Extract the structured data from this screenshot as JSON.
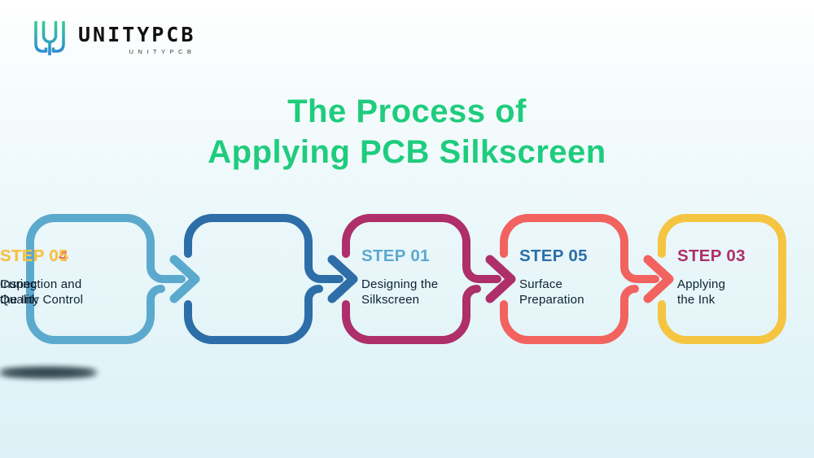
{
  "brand": {
    "wordmark": "UNITYPCB",
    "tagline": "UNITYPCB",
    "logo_gradient_top": "#3BD58E",
    "logo_gradient_bottom": "#2B7BE2",
    "wordmark_color": "#111111"
  },
  "title": {
    "line1": "The Process of",
    "line2": "Applying PCB Silkscreen",
    "color": "#1FCC7D"
  },
  "steps": [
    {
      "label": "STEP 01",
      "description": "Designing the\nSilkscreen",
      "color": "#5CA9CE"
    },
    {
      "label": "STEP 05",
      "description": "Surface\nPreparation",
      "color": "#2D6DA8"
    },
    {
      "label": "STEP 03",
      "description": "Applying\nthe Ink",
      "color": "#AE2F69"
    },
    {
      "label": "STEP 04",
      "description": "Curing\nthe Ink",
      "color": "#F2625F"
    },
    {
      "label": "STEP 05",
      "description": "Inspection and\nQuality Control",
      "color": "#F5C542"
    }
  ],
  "theme": {
    "background_top": "#FFFFFF",
    "background_bottom": "#DDF1F6",
    "description_text_color": "#0D2130"
  }
}
